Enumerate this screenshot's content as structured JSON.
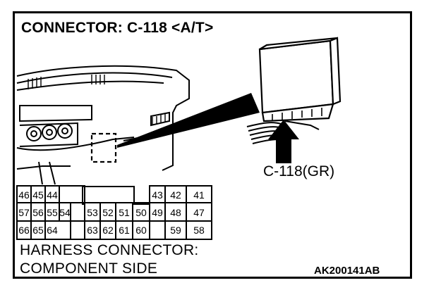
{
  "title": "CONNECTOR: C-118 <A/T>",
  "callout_label": "C-118(GR)",
  "harness_line1": "HARNESS CONNECTOR:",
  "harness_line2": "COMPONENT SIDE",
  "figure_code": "AK200141AB",
  "pins": {
    "row1": [
      "46",
      "45",
      "44",
      "43",
      "42",
      "41"
    ],
    "row2": [
      "57",
      "56",
      "55",
      "54",
      "53",
      "52",
      "51",
      "50",
      "49",
      "48",
      "47"
    ],
    "row3": [
      "66",
      "65",
      "64",
      "63",
      "62",
      "61",
      "60",
      "59",
      "58"
    ]
  }
}
